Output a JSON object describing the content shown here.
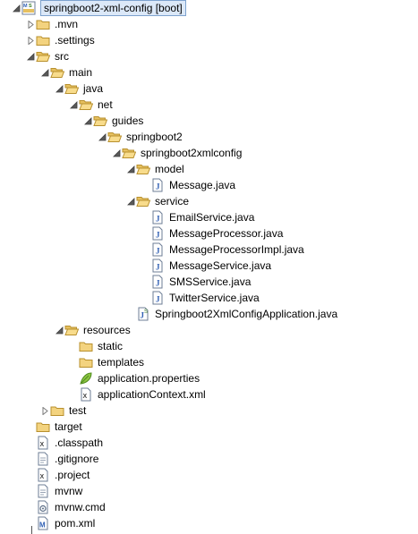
{
  "colors": {
    "selection_bg": "#dbe8f8",
    "selection_border": "#7da2ce",
    "folder": "#e8c46a",
    "java_icon_blue": "#2f5fb4"
  },
  "tree": [
    {
      "label": "springboot2-xml-config [boot]",
      "depth": 0,
      "twisty": "expanded",
      "icon": "project-icon",
      "selected": true
    },
    {
      "label": ".mvn",
      "depth": 1,
      "twisty": "collapsed",
      "icon": "folder-icon"
    },
    {
      "label": ".settings",
      "depth": 1,
      "twisty": "collapsed",
      "icon": "folder-icon"
    },
    {
      "label": "src",
      "depth": 1,
      "twisty": "expanded",
      "icon": "folder-open-icon"
    },
    {
      "label": "main",
      "depth": 2,
      "twisty": "expanded",
      "icon": "folder-open-icon"
    },
    {
      "label": "java",
      "depth": 3,
      "twisty": "expanded",
      "icon": "folder-open-icon"
    },
    {
      "label": "net",
      "depth": 4,
      "twisty": "expanded",
      "icon": "folder-open-icon"
    },
    {
      "label": "guides",
      "depth": 5,
      "twisty": "expanded",
      "icon": "folder-open-icon"
    },
    {
      "label": "springboot2",
      "depth": 6,
      "twisty": "expanded",
      "icon": "folder-open-icon"
    },
    {
      "label": "springboot2xmlconfig",
      "depth": 7,
      "twisty": "expanded",
      "icon": "folder-open-icon"
    },
    {
      "label": "model",
      "depth": 8,
      "twisty": "expanded",
      "icon": "folder-open-icon"
    },
    {
      "label": "Message.java",
      "depth": 9,
      "twisty": "none",
      "icon": "java-file-icon"
    },
    {
      "label": "service",
      "depth": 8,
      "twisty": "expanded",
      "icon": "folder-open-icon"
    },
    {
      "label": "EmailService.java",
      "depth": 9,
      "twisty": "none",
      "icon": "java-file-icon"
    },
    {
      "label": "MessageProcessor.java",
      "depth": 9,
      "twisty": "none",
      "icon": "java-file-icon"
    },
    {
      "label": "MessageProcessorImpl.java",
      "depth": 9,
      "twisty": "none",
      "icon": "java-file-icon"
    },
    {
      "label": "MessageService.java",
      "depth": 9,
      "twisty": "none",
      "icon": "java-file-icon"
    },
    {
      "label": "SMSService.java",
      "depth": 9,
      "twisty": "none",
      "icon": "java-file-icon"
    },
    {
      "label": "TwitterService.java",
      "depth": 9,
      "twisty": "none",
      "icon": "java-file-icon"
    },
    {
      "label": "Springboot2XmlConfigApplication.java",
      "depth": 8,
      "twisty": "none",
      "icon": "java-spring-file-icon"
    },
    {
      "label": "resources",
      "depth": 3,
      "twisty": "expanded",
      "icon": "folder-open-icon"
    },
    {
      "label": "static",
      "depth": 4,
      "twisty": "none",
      "icon": "folder-icon"
    },
    {
      "label": "templates",
      "depth": 4,
      "twisty": "none",
      "icon": "folder-icon"
    },
    {
      "label": "application.properties",
      "depth": 4,
      "twisty": "none",
      "icon": "properties-file-icon"
    },
    {
      "label": "applicationContext.xml",
      "depth": 4,
      "twisty": "none",
      "icon": "xml-file-icon"
    },
    {
      "label": "test",
      "depth": 2,
      "twisty": "collapsed",
      "icon": "folder-icon"
    },
    {
      "label": "target",
      "depth": 1,
      "twisty": "none",
      "icon": "folder-icon"
    },
    {
      "label": ".classpath",
      "depth": 1,
      "twisty": "none",
      "icon": "xml-file-icon"
    },
    {
      "label": ".gitignore",
      "depth": 1,
      "twisty": "none",
      "icon": "text-file-icon"
    },
    {
      "label": ".project",
      "depth": 1,
      "twisty": "none",
      "icon": "xml-file-icon"
    },
    {
      "label": "mvnw",
      "depth": 1,
      "twisty": "none",
      "icon": "text-file-icon"
    },
    {
      "label": "mvnw.cmd",
      "depth": 1,
      "twisty": "none",
      "icon": "cmd-file-icon"
    },
    {
      "label": "pom.xml",
      "depth": 1,
      "twisty": "none",
      "icon": "maven-pom-icon"
    }
  ]
}
